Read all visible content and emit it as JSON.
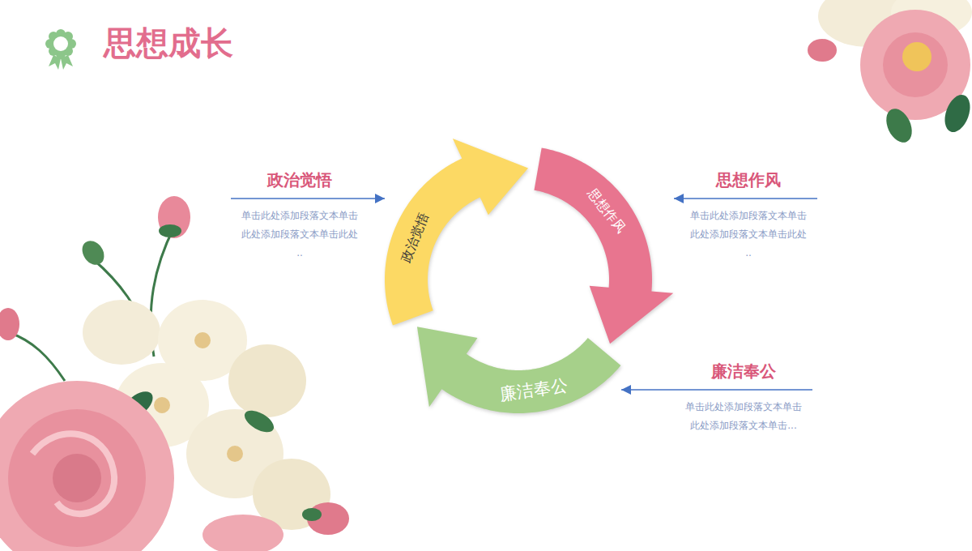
{
  "diagram": {
    "title": "思想成长",
    "nodes": [
      {
        "text": [
          "政治觉悟",
          "单击此处添加段落文本单击 此处添加段落文本单击此处 .."
        ]
      },
      {
        "text": [
          "政治觉悟"
        ]
      },
      {
        "text": [
          "思想作风"
        ]
      },
      {
        "text": [
          "思想作风",
          "单击此处添加段落文本单击 此处添加段落文本单击此处 .."
        ]
      },
      {
        "text": [
          "廉洁奉公"
        ]
      },
      {
        "text": [
          "廉洁奉公",
          "单击此处添加段落文本单击 此处添加段落文本单击..."
        ]
      }
    ],
    "edges": [
      {
        "from": 0,
        "to": 1,
        "arrow": "to"
      },
      {
        "from": 3,
        "to": 2,
        "arrow": "to"
      },
      {
        "from": 5,
        "to": 4,
        "arrow": "to"
      }
    ]
  }
}
